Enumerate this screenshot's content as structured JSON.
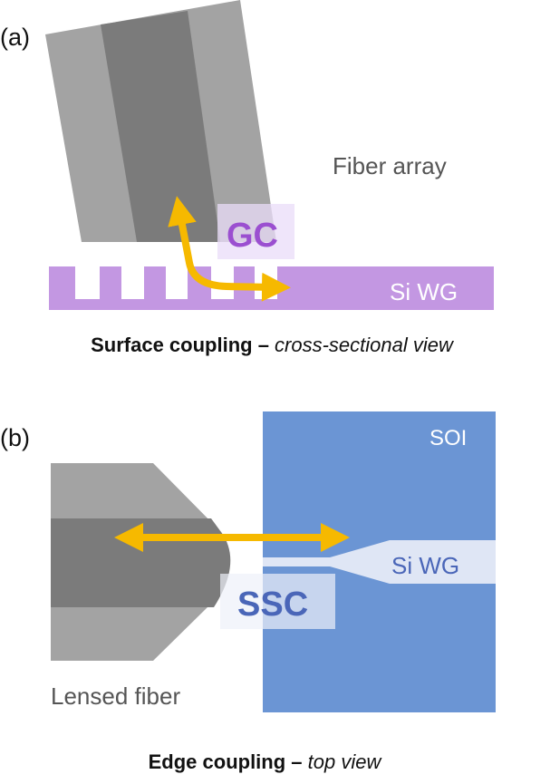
{
  "panel_a": {
    "label": "(a)",
    "fiber_label": "Fiber array",
    "gc_label": "GC",
    "wg_label": "Si WG",
    "caption_bold": "Surface coupling – ",
    "caption_italic": "cross-sectional view"
  },
  "panel_b": {
    "label": "(b)",
    "soi_label": "SOI",
    "wg_label": "Si WG",
    "ssc_label": "SSC",
    "fiber_label": "Lensed fiber",
    "caption_bold": "Edge coupling – ",
    "caption_italic": "top view"
  },
  "colors": {
    "fiber_cladding": "#a3a3a3",
    "fiber_core": "#7b7b7b",
    "si_wg_purple": "#c397e2",
    "gc_text": "#9b4fd0",
    "soi_blue": "#6b95d4",
    "ssc_text": "#4a66b8",
    "arrow": "#f6b900"
  }
}
